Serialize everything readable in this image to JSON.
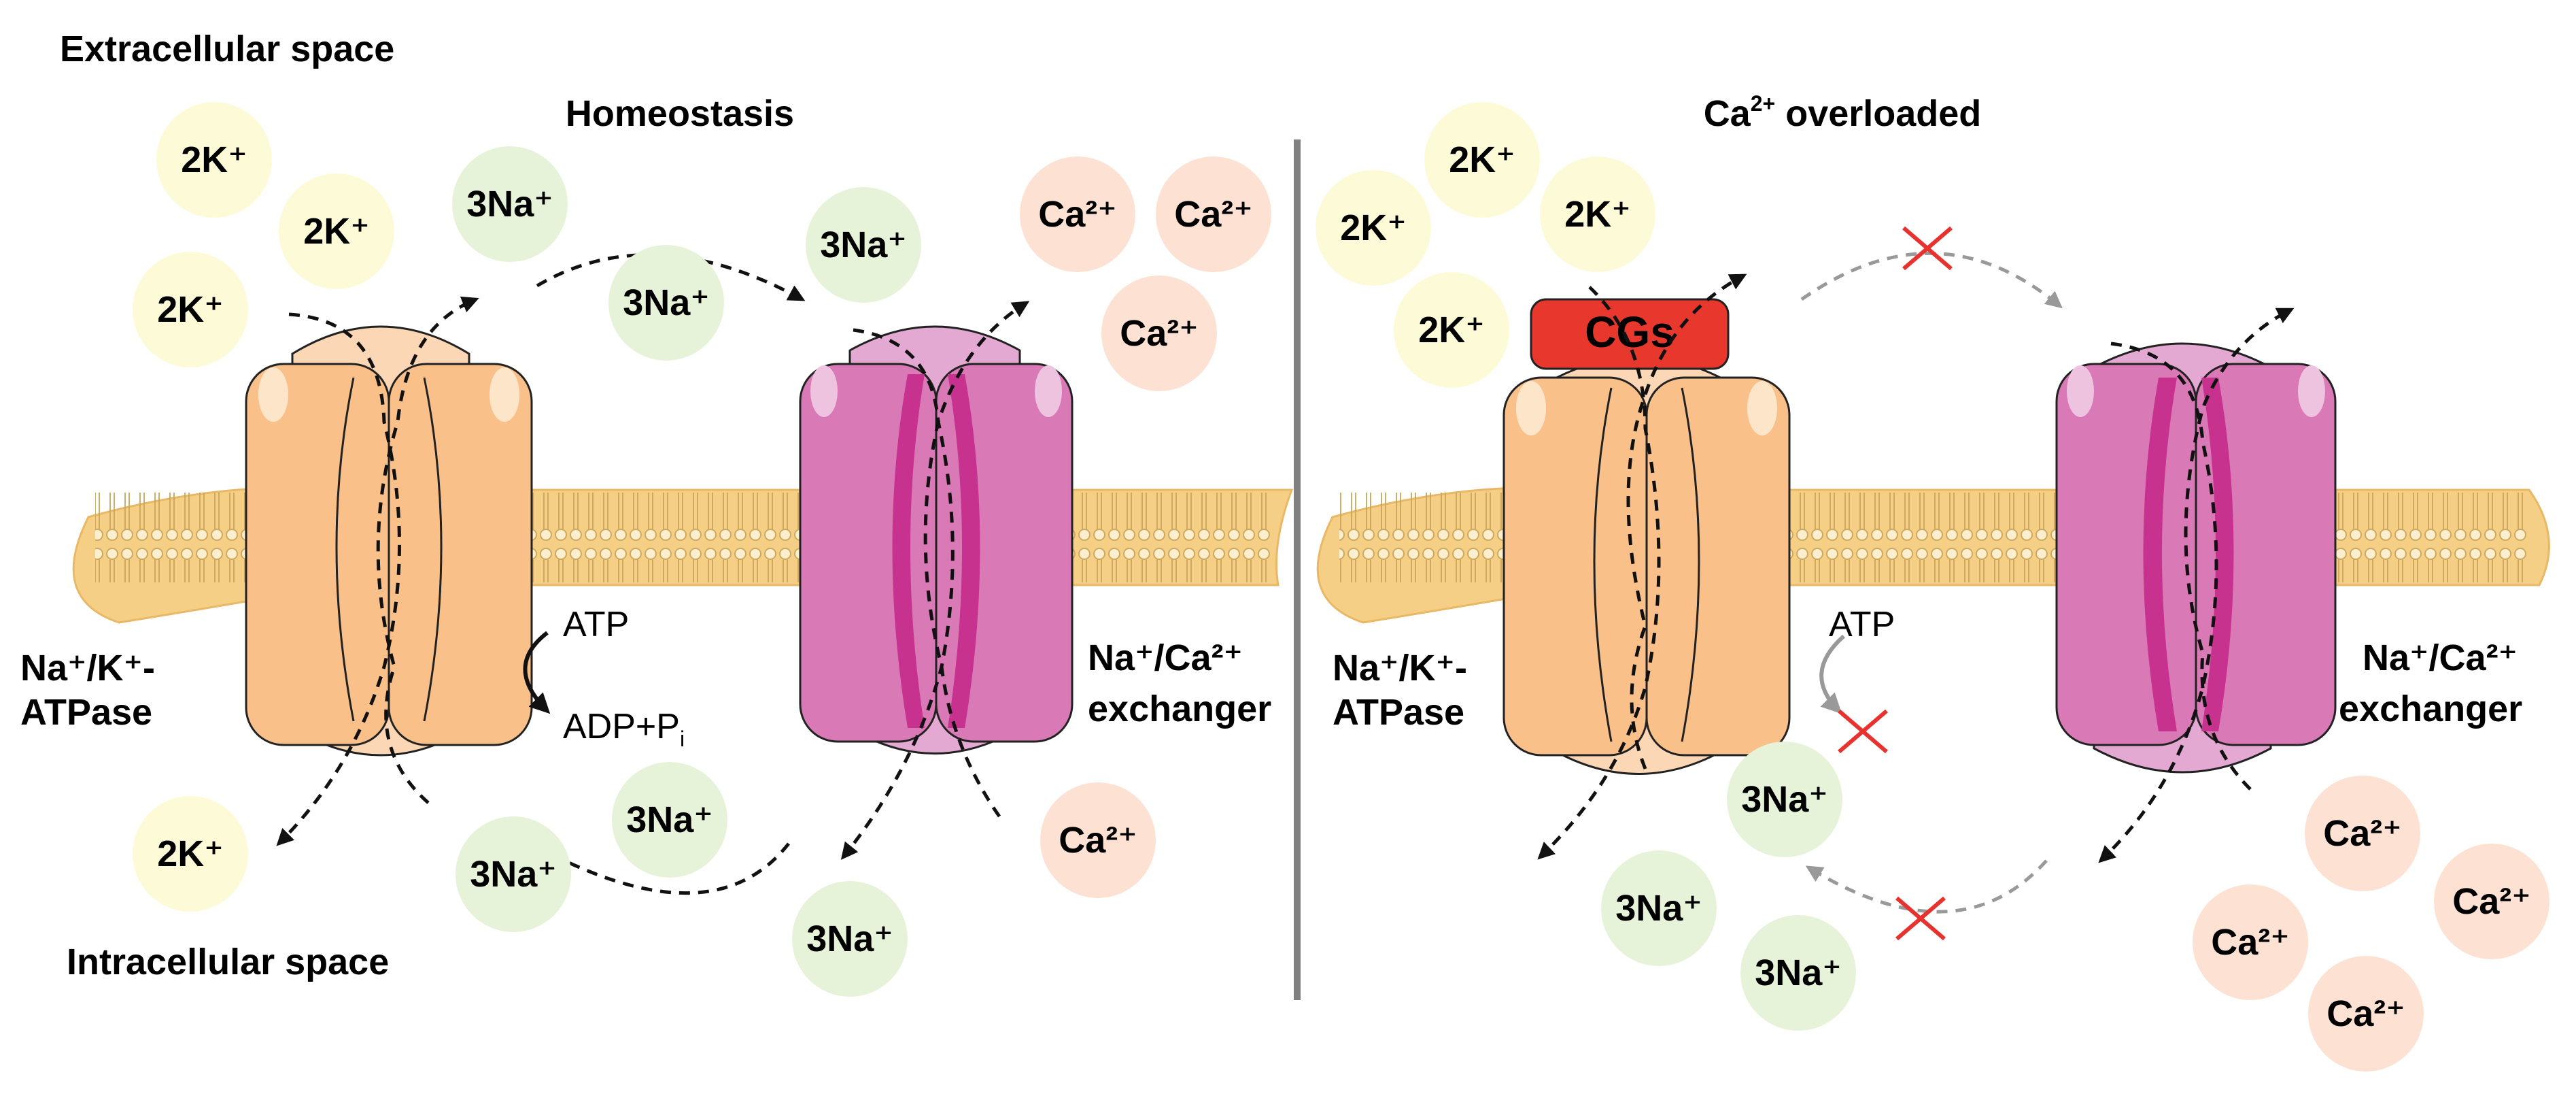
{
  "labels": {
    "extracellular": "Extracellular space",
    "intracellular": "Intracellular space",
    "homeostasis": "Homeostasis",
    "ca_overloaded_main": "Ca",
    "ca_overloaded_sup": "2+",
    "ca_overloaded_rest": " overloaded",
    "cgs": "CGs",
    "atp": "ATP",
    "adp_main": "ADP+P",
    "adp_sub": "i",
    "pump_line1": "Na⁺/K⁺-",
    "pump_line2": "ATPase",
    "exchanger_line1": "Na⁺/Ca²⁺",
    "exchanger_line2": "exchanger"
  },
  "ions": {
    "k": "2K⁺",
    "na": "3Na⁺",
    "ca": "Ca²⁺"
  },
  "colors": {
    "k_bubble": "#fdfbd7",
    "na_bubble": "#e7f3d8",
    "ca_bubble": "#fde2d3",
    "pump": "#f9c08a",
    "pump_inner": "#fbd7b5",
    "exchanger": "#d97ab7",
    "exchanger_inner": "#e4a9d2",
    "exchanger_band": "#c8328f",
    "membrane": "#f6cf86",
    "cgs": "#e8382d",
    "blocked_x": "#e8322e",
    "divider": "#808080"
  }
}
